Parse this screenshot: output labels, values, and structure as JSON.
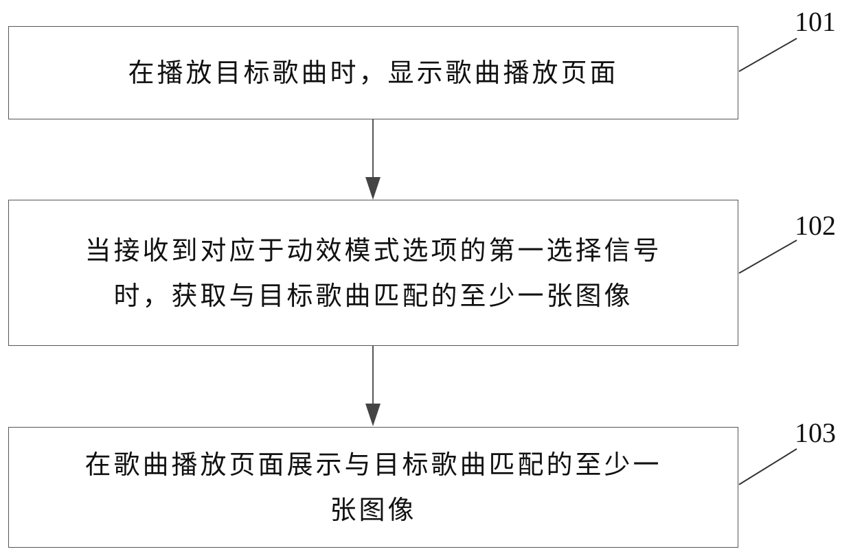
{
  "steps": [
    {
      "number": "101",
      "text": "在播放目标歌曲时，显示歌曲播放页面"
    },
    {
      "number": "102",
      "text": "当接收到对应于动效模式选项的第一选择信号\n时，获取与目标歌曲匹配的至少一张图像"
    },
    {
      "number": "103",
      "text": "在歌曲播放页面展示与目标歌曲匹配的至少一\n张图像"
    }
  ],
  "colors": {
    "border": "#555555",
    "arrow": "#444444",
    "text": "#111111"
  }
}
